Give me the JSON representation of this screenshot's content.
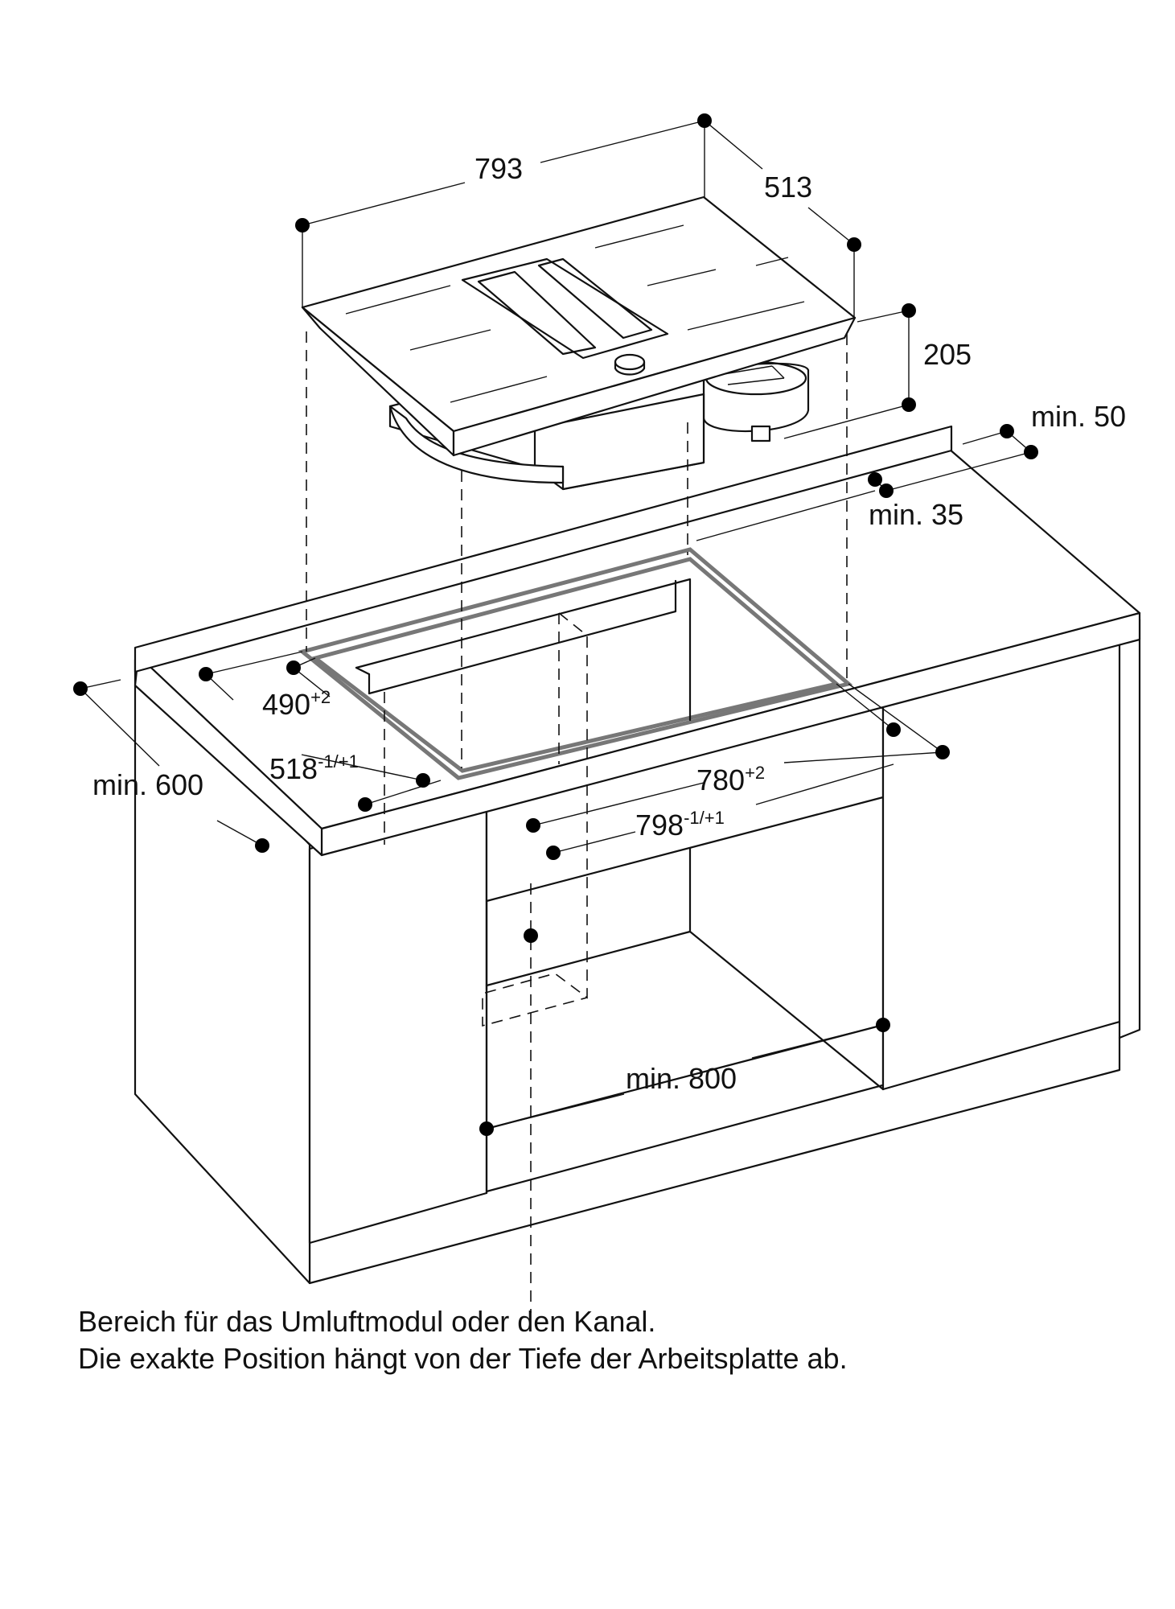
{
  "dimensions": {
    "width": "793",
    "depth": "513",
    "height": "205",
    "min_rear_gap": "min. 50",
    "min_step": "min. 35",
    "min_worktop_depth": "min. 600",
    "cutout_depth": "490",
    "cutout_depth_tol": "+2",
    "frame_depth": "518",
    "frame_depth_tol": "-1/+1",
    "cutout_width": "780",
    "cutout_width_tol": "+2",
    "frame_width": "798",
    "frame_width_tol": "-1/+1",
    "min_cabinet_width": "min. 800"
  },
  "caption": {
    "line1": "Bereich für das Umluftmodul oder den Kanal.",
    "line2": "Die exakte Position hängt von der Tiefe der Arbeitsplatte ab."
  }
}
